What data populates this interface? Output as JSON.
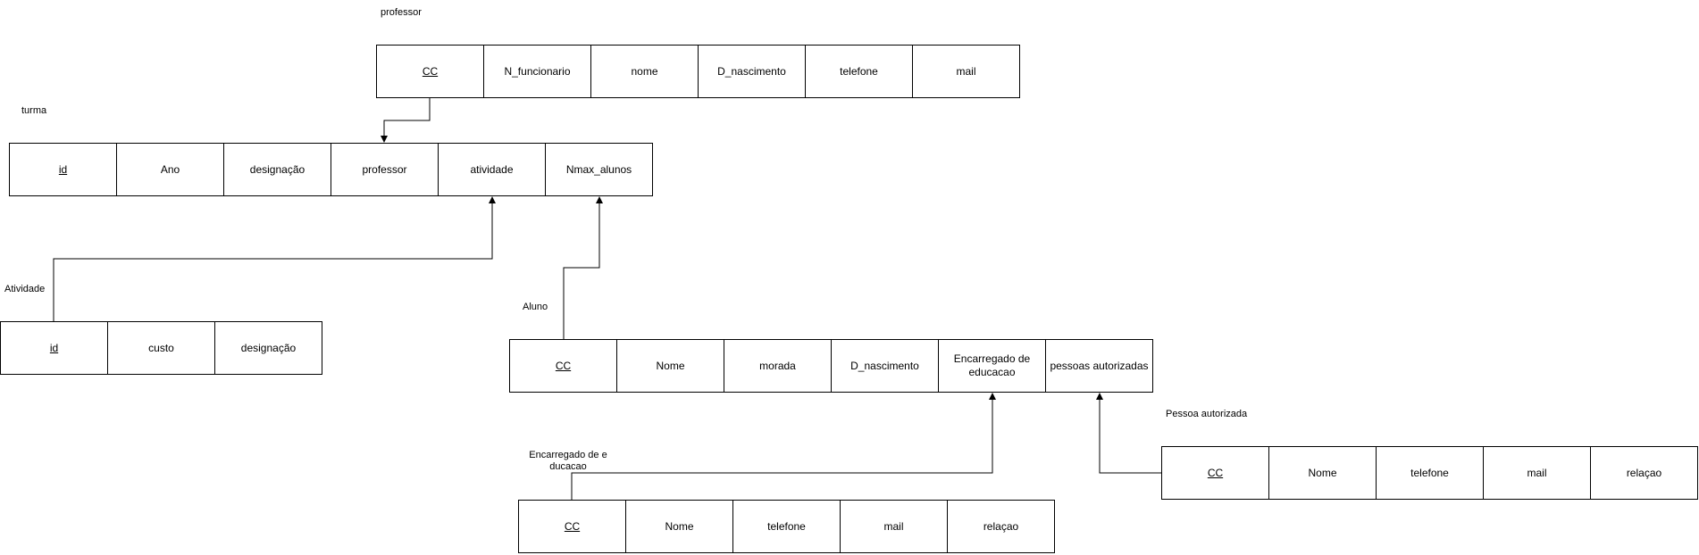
{
  "tables": {
    "professor": {
      "title": "professor",
      "columns": [
        {
          "name": "CC",
          "pk": true
        },
        {
          "name": "N_funcionario",
          "pk": false
        },
        {
          "name": "nome",
          "pk": false
        },
        {
          "name": "D_nascimento",
          "pk": false
        },
        {
          "name": "telefone",
          "pk": false
        },
        {
          "name": "mail",
          "pk": false
        }
      ]
    },
    "turma": {
      "title": "turma",
      "columns": [
        {
          "name": "id",
          "pk": true
        },
        {
          "name": "Ano",
          "pk": false
        },
        {
          "name": "designação",
          "pk": false
        },
        {
          "name": "professor",
          "pk": false
        },
        {
          "name": "atividade",
          "pk": false
        },
        {
          "name": "Nmax_alunos",
          "pk": false
        }
      ]
    },
    "atividade": {
      "title": "Atividade",
      "columns": [
        {
          "name": "id",
          "pk": true
        },
        {
          "name": "custo",
          "pk": false
        },
        {
          "name": "designação",
          "pk": false
        }
      ]
    },
    "aluno": {
      "title": "Aluno",
      "columns": [
        {
          "name": "CC",
          "pk": true
        },
        {
          "name": "Nome",
          "pk": false
        },
        {
          "name": "morada",
          "pk": false
        },
        {
          "name": "D_nascimento",
          "pk": false
        },
        {
          "name": "Encarregado de educacao",
          "pk": false
        },
        {
          "name": "pessoas autorizadas",
          "pk": false
        }
      ]
    },
    "encarregado": {
      "title": "Encarregado de educacao",
      "columns": [
        {
          "name": "CC",
          "pk": true
        },
        {
          "name": "Nome",
          "pk": false
        },
        {
          "name": "telefone",
          "pk": false
        },
        {
          "name": "mail",
          "pk": false
        },
        {
          "name": "relaçao",
          "pk": false
        }
      ]
    },
    "pessoa": {
      "title": "Pessoa autorizada",
      "columns": [
        {
          "name": "CC",
          "pk": true
        },
        {
          "name": "Nome",
          "pk": false
        },
        {
          "name": "telefone",
          "pk": false
        },
        {
          "name": "mail",
          "pk": false
        },
        {
          "name": "relaçao",
          "pk": false
        }
      ]
    }
  },
  "colors": {
    "line": "#000000",
    "background": "#ffffff"
  }
}
